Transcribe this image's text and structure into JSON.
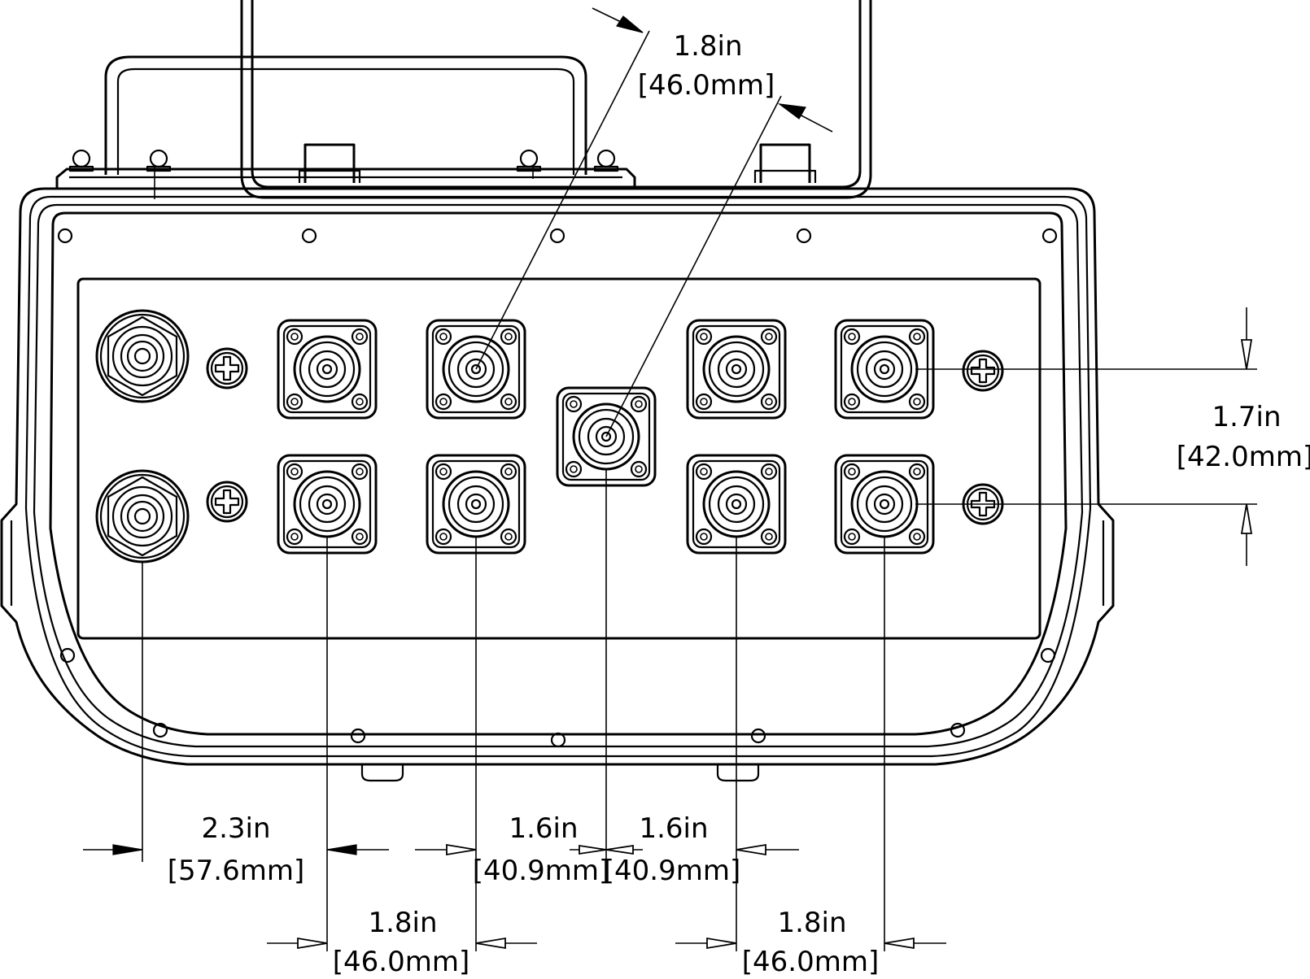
{
  "drawing": {
    "stroke_color": "#000000",
    "background_color": "#ffffff"
  },
  "dimensions": {
    "top_diag": {
      "imperial": "1.8in",
      "metric": "[46.0mm]"
    },
    "right_vertical": {
      "imperial": "1.7in",
      "metric": "[42.0mm]"
    },
    "bottom_left": {
      "imperial": "2.3in",
      "metric": "[57.6mm]"
    },
    "bottom_center_left": {
      "imperial": "1.6in",
      "metric": "[40.9mm]"
    },
    "bottom_center_right": {
      "imperial": "1.6in",
      "metric": "[40.9mm]"
    },
    "lower_left": {
      "imperial": "1.8in",
      "metric": "[46.0mm]"
    },
    "lower_right": {
      "imperial": "1.8in",
      "metric": "[46.0mm]"
    }
  }
}
